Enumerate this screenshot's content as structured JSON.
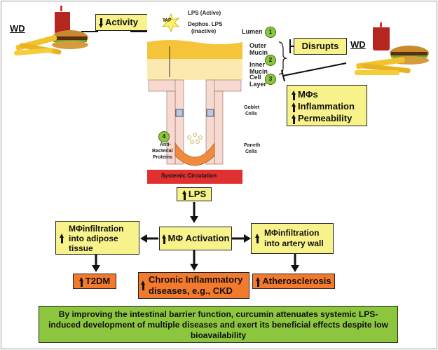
{
  "wd_left": "WD",
  "wd_right": "WD",
  "activity_box": "Activity",
  "disrupts_box": "Disrupts",
  "iap": "IAP",
  "lps_active": "LPS (Active)",
  "dephos_lps": "Dephos. LPS",
  "dephos_lps_2": "(inactive)",
  "layers": {
    "lumen": "Lumen",
    "outer_mucin_1": "Outer",
    "outer_mucin_2": "Mucin",
    "inner_mucin_1": "Inner",
    "inner_mucin_2": "Mucin",
    "cell_layer_1": "Cell",
    "cell_layer_2": "Layer"
  },
  "numbers": [
    "1",
    "2",
    "3",
    "4"
  ],
  "goblet_cells_1": "Goblet",
  "goblet_cells_2": "Cells",
  "paneth_cells_1": "Paneth",
  "paneth_cells_2": "Cells",
  "antibacterial_1": "Anti-",
  "antibacterial_2": "Bacterial",
  "antibacterial_3": "Proteins",
  "systemic_circulation": "Systemic Circulation",
  "effects_box": {
    "line1": "MΦs",
    "line2": "Inflammation",
    "line3": "Permeability"
  },
  "lps_box": "LPS",
  "activation_box": "MΦ Activation",
  "adipose_box": {
    "line1": "MΦinfiltration",
    "line2": "into adipose",
    "line3": "tissue"
  },
  "artery_box": {
    "line1": "MΦinfiltration",
    "line2": "into artery wall"
  },
  "t2dm_box": "T2DM",
  "ckd_box": {
    "line1": "Chronic Inflammatory",
    "line2": "diseases, e.g., CKD"
  },
  "athero_box": "Atherosclerosis",
  "conclusion": "By improving the intestinal barrier function, curcumin attenuates systemic LPS-induced development of multiple diseases and exert its beneficial effects despite low bioavailability",
  "colors": {
    "yellow": "#f7f28a",
    "orange": "#f37a2c",
    "green": "#8cc63f",
    "mucin": "#f5c43a",
    "circulation": "#e03030"
  }
}
